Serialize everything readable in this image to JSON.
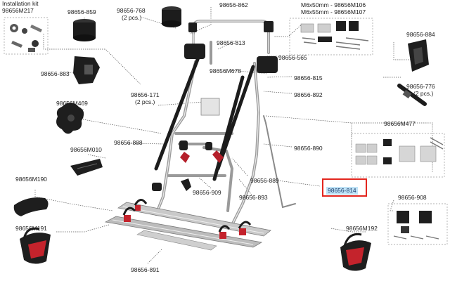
{
  "labels": {
    "installation_kit": "Installation kit",
    "kit_code": "98656M217",
    "p859": "98656-859",
    "p768": "98656-768",
    "p768_qty": "(2 pcs.)",
    "p862": "98656-862",
    "m6x50": "M6x50mm - 98656M106",
    "m6x55": "M6x55mm - 98656M107",
    "p884": "98656-884",
    "p883": "98656-883",
    "p813": "98656-813",
    "p565": "98656-565",
    "m678": "98656M678",
    "p815": "98656-815",
    "p776": "98656-776",
    "p776_qty": "(2 pcs.)",
    "p171": "98656-171",
    "p171_qty": "(2 pcs.)",
    "p892": "98656-892",
    "m469": "98656M469",
    "m477": "98656M477",
    "p888": "98656-888",
    "p890": "98656-890",
    "m010": "98656M010",
    "p889": "98656-889",
    "m190": "98656M190",
    "p909": "98656-909",
    "p893": "98656-893",
    "p814": "98656-814",
    "p908": "98656-908",
    "m191": "98656M191",
    "m192": "98656M192",
    "p891": "98656-891"
  },
  "highlight": {
    "part": "98656-814",
    "frame_color": "#e3261e",
    "fill_color": "#bfe3f7"
  }
}
